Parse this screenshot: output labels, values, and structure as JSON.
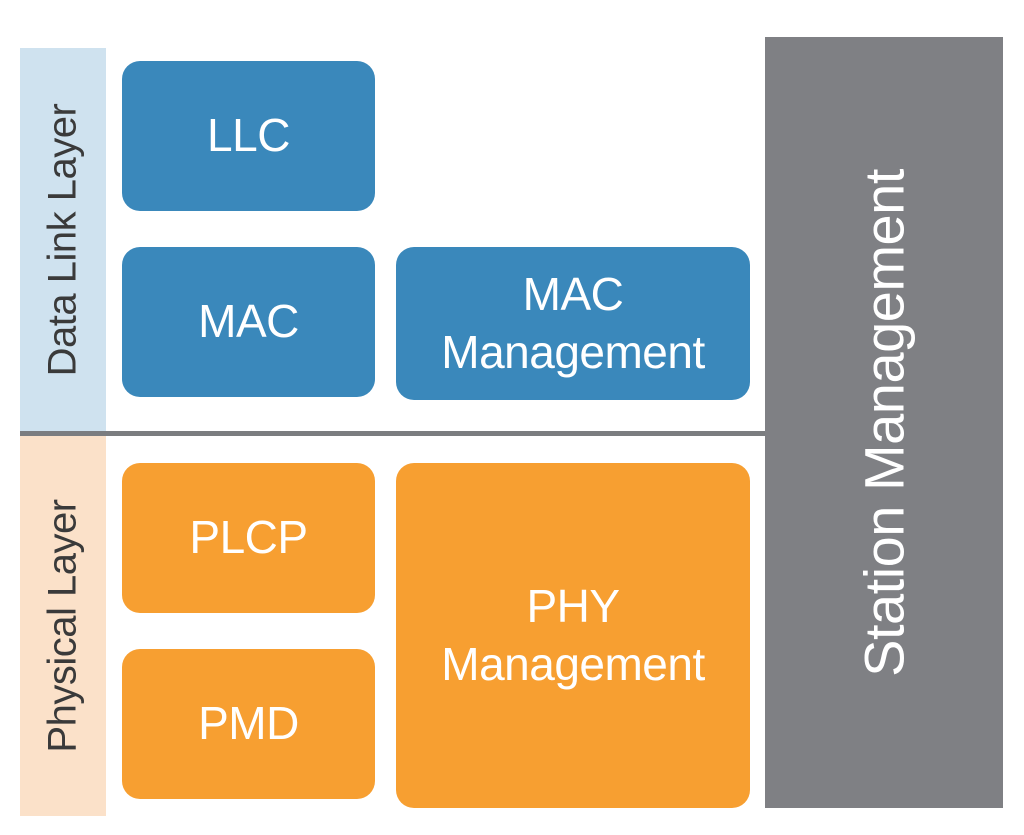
{
  "layers": {
    "data_link": {
      "label": "Data Link Layer",
      "color": "#cfe2ef"
    },
    "physical": {
      "label": "Physical Layer",
      "color": "#fbe1c9"
    }
  },
  "blocks": {
    "llc": {
      "label": "LLC"
    },
    "mac": {
      "label": "MAC"
    },
    "mac_management": {
      "line1": "MAC",
      "line2": "Management"
    },
    "plcp": {
      "label": "PLCP"
    },
    "pmd": {
      "label": "PMD"
    },
    "phy_management": {
      "line1": "PHY",
      "line2": "Management"
    }
  },
  "station_management": {
    "label": "Station Management",
    "color": "#7f8084"
  },
  "colors": {
    "data_link_block": "#3a88bb",
    "physical_block": "#f79f31",
    "divider": "#7b7d80"
  }
}
